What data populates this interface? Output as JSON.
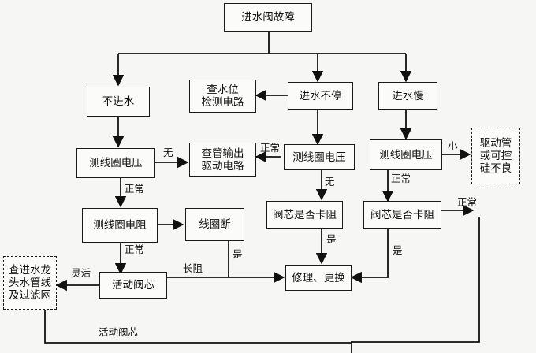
{
  "nodes": {
    "root": "进水阀故障",
    "no_inflow": "不进水",
    "check_level": "查水位\n检测电路",
    "nonstop": "进水不停",
    "slow": "进水慢",
    "measure_v1": "测线圈电压",
    "check_drive": "查管输出\n驱动电路",
    "measure_v2": "测线圈电压",
    "measure_v3": "测线圈电压",
    "driver_bad": "驱动管\n或可控\n硅不良",
    "measure_r": "测线圈电阻",
    "coil_broken": "线圈断",
    "core_stuck1": "阀芯是否卡阻",
    "core_stuck2": "阀芯是否卡阻",
    "pipe": "查进水龙\n头水管线\n及过滤网",
    "active_core": "活动阀芯",
    "repair": "修理、更换"
  },
  "edge_labels": {
    "none1": "无",
    "normal_v2": "正常",
    "small": "小",
    "normal1": "正常",
    "none2": "无",
    "normal3": "正常",
    "normal_right": "正常",
    "normal2": "正常",
    "yes1": "是",
    "yes2": "是",
    "yes3": "是",
    "flexible": "灵活",
    "long_block": "长阻",
    "active_core_bottom": "活动阀芯"
  }
}
